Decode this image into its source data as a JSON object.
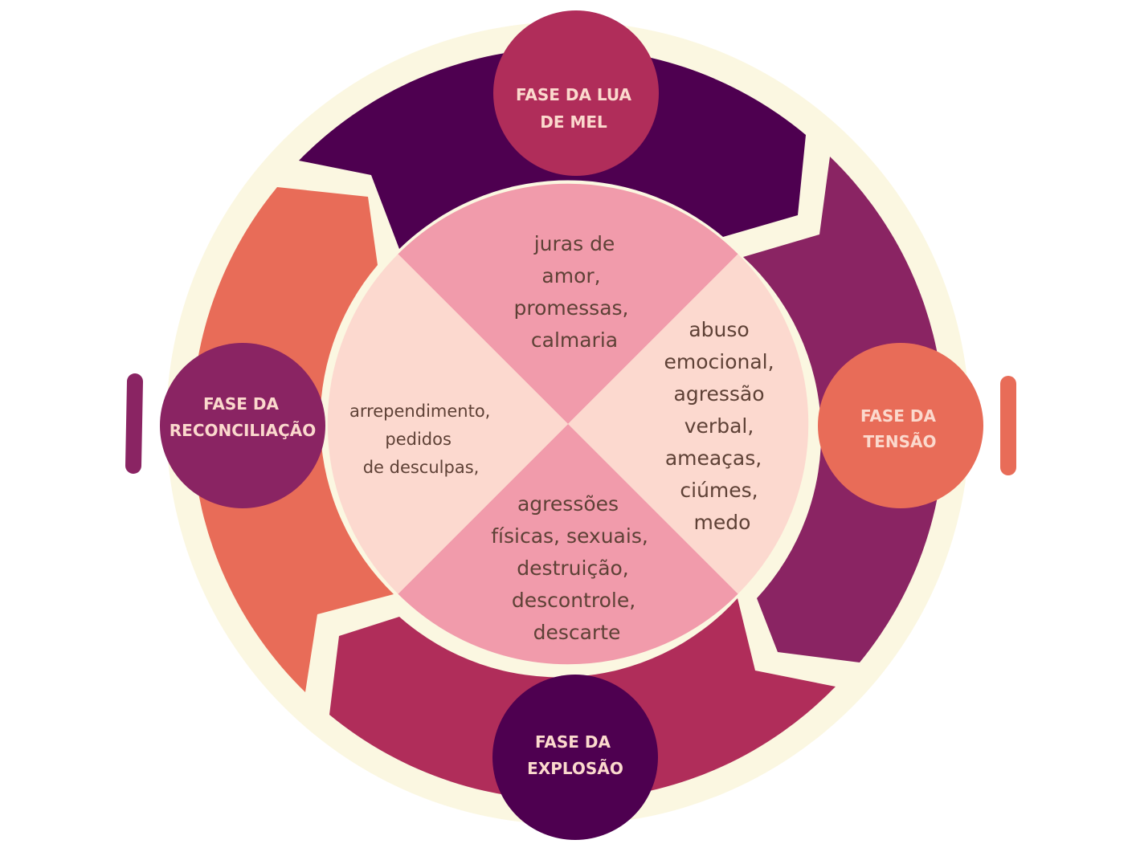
{
  "colors": {
    "ring": "#fbf7e1",
    "lua_de_mel": "#b02d5a",
    "tensao": "#e86c58",
    "explosao": "#4e0050",
    "reconciliacao": "#8a2463",
    "quadrant_dark": "#f19bab",
    "quadrant_light": "#fcd9cf",
    "text": "#5e4136"
  },
  "phases": {
    "lua_de_mel": [
      "FASE DA LUA",
      "DE MEL"
    ],
    "tensao": [
      "FASE DA",
      "TENSÃO"
    ],
    "explosao": [
      "FASE DA",
      "EXPLOSÃO"
    ],
    "reconciliacao": [
      "FASE DA",
      "RECONCILIAÇÃO"
    ]
  },
  "quadrants": {
    "top": [
      "juras de",
      "amor,",
      "promessas,",
      "calmaria"
    ],
    "right": [
      "abuso",
      "emocional,",
      "agressão",
      "verbal,",
      "ameaças,",
      "ciúmes,",
      "medo"
    ],
    "bottom": [
      "agressões",
      "físicas, sexuais,",
      "destruição,",
      "descontrole,",
      "descarte"
    ],
    "left": [
      "arrependimento,",
      "pedidos",
      "de desculpas,"
    ]
  }
}
